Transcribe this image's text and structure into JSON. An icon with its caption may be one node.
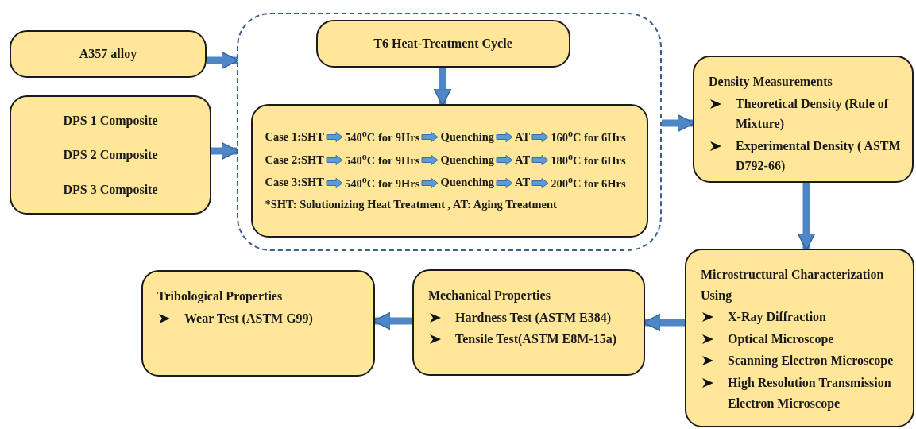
{
  "diagram": {
    "nodes": [
      {
        "text": [
          "A357 alloy"
        ]
      },
      {
        "text": [
          "DPS 1 Composite",
          "DPS 2 Composite",
          "DPS 3 Composite"
        ]
      },
      {
        "text": [],
        "shape": "box"
      },
      {
        "text": [
          "T6 Heat-Treatment Cycle"
        ],
        "in": 2
      },
      {
        "text": [
          "Case 1:SHT",
          "540$^{o}$C for 9Hrs",
          "Quenching",
          "AT",
          "160$^{o}$C for 6Hrs",
          "Case 2:SHT",
          "540$^{o}$C for 9Hrs",
          "Quenching",
          "AT",
          "180$^{o}$C for 6Hrs",
          "Case 3:SHT",
          "540$^{o}$C for 9Hrs",
          "Quenching",
          "AT",
          "200$^{o}$C for 6Hrs",
          "*SHT: Solutionizing Heat Treatment , AT: Aging Treatment"
        ],
        "in": 2
      },
      {
        "text": [
          "Density Measurements",
          "Theoretical Density (Rule of Mixture)",
          "Experimental Density ( ASTM D792-66)"
        ]
      },
      {
        "text": [
          "Microstructural Characterization Using",
          "X-Ray Diffraction",
          "Optical Microscope",
          "Scanning Electron Microscope",
          "High Resolution Transmission Electron Microscope"
        ]
      },
      {
        "text": [
          "Mechanical Properties",
          "Hardness Test (ASTM E384)",
          "Tensile Test(ASTM E8M-15a)"
        ]
      },
      {
        "text": [
          "Tribological Properties",
          "Wear Test (ASTM G99)"
        ]
      }
    ],
    "edges": [
      {
        "from": 0,
        "to": 2,
        "arrow": "to"
      },
      {
        "from": 1,
        "to": 2,
        "arrow": "to"
      },
      {
        "from": 3,
        "to": 4,
        "arrow": "to"
      },
      {
        "from": 2,
        "to": 5,
        "arrow": "to"
      },
      {
        "from": 5,
        "to": 6,
        "arrow": "to"
      },
      {
        "from": 6,
        "to": 7,
        "arrow": "to"
      },
      {
        "from": 7,
        "to": 8,
        "arrow": "to"
      }
    ]
  }
}
